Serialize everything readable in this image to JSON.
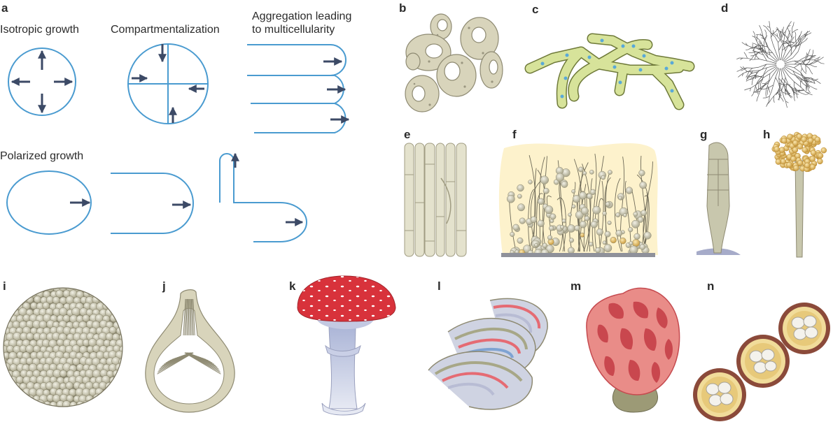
{
  "panels": {
    "a": {
      "letter": "a",
      "isotropic": "Isotropic growth",
      "compartment": "Compartmentalization",
      "aggregation_line1": "Aggregation leading",
      "aggregation_line2": "to multicellularity",
      "polarized": "Polarized growth"
    },
    "b": "b",
    "c": "c",
    "d": "d",
    "e": "e",
    "f": "f",
    "g": "g",
    "h": "h",
    "i": "i",
    "j": "j",
    "k": "k",
    "l": "l",
    "m": "m",
    "n": "n"
  },
  "colors": {
    "outline_blue": "#4a9bd0",
    "arrow_navy": "#3c4a66",
    "fungal_beige": "#d8d4bb",
    "fungal_dark": "#8e8a72",
    "hypha_green": "#d7e39a",
    "nucleus_blue": "#59a9d8",
    "mushroom_red": "#d8323b",
    "stem_lavender": "#dde2f0",
    "lattice_pink": "#e98c88",
    "cup_brown": "#8b4a3a",
    "cup_yellow": "#f1dc9a",
    "spore_yellow": "#e8c36b",
    "halo_yellow": "#fdf2cc",
    "substrate_grey": "#8f919a"
  }
}
